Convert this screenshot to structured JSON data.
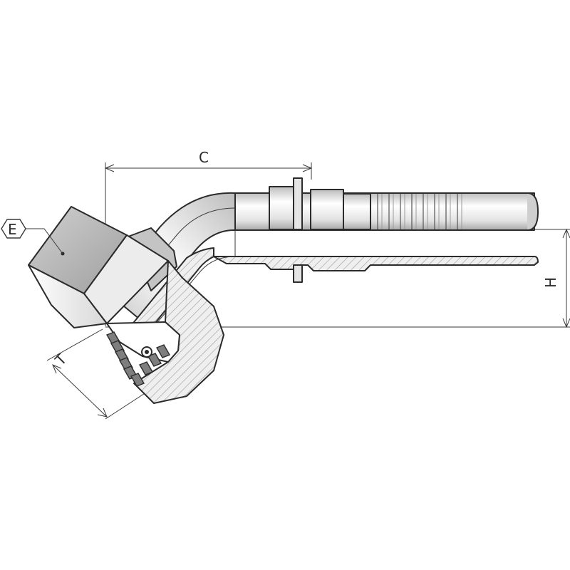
{
  "diagram": {
    "labels": {
      "c": "C",
      "h": "H",
      "t": "T",
      "e": "E"
    },
    "colors": {
      "metal_light": "#f2f2f2",
      "metal_mid": "#d6d6d6",
      "metal_dark": "#a9a9a9",
      "outline": "#2b2b2b",
      "hatch": "#8a8a8a",
      "dimension": "#3a3a3a"
    }
  }
}
